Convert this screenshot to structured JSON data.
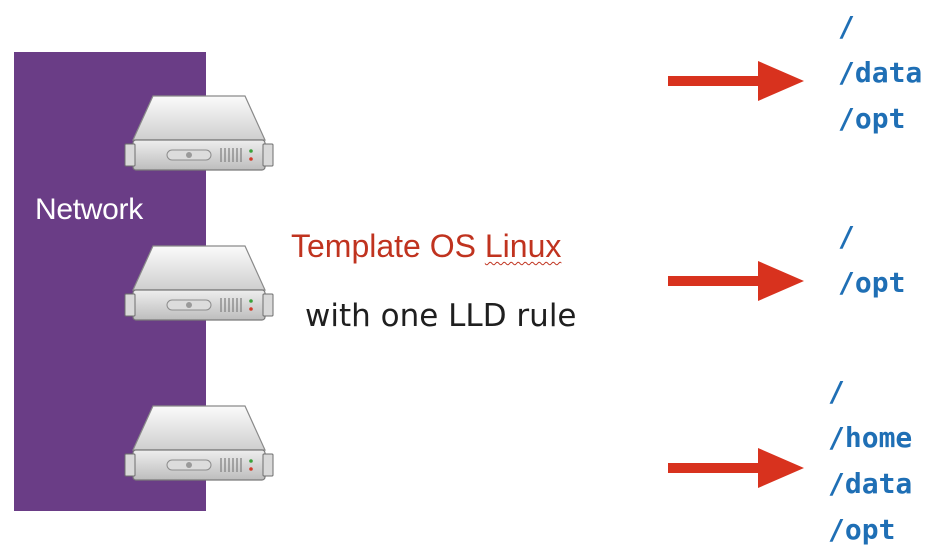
{
  "network": {
    "label": "Network"
  },
  "servers": [
    {
      "icon": "server-icon"
    },
    {
      "icon": "server-icon"
    },
    {
      "icon": "server-icon"
    }
  ],
  "template": {
    "title_prefix": "Template OS ",
    "title_linux": "Linux",
    "subtitle": "with one LLD rule"
  },
  "arrows": [
    {
      "icon": "right-arrow-icon"
    },
    {
      "icon": "right-arrow-icon"
    },
    {
      "icon": "right-arrow-icon"
    }
  ],
  "mount_groups": [
    {
      "paths": [
        "/",
        "/data",
        "/opt"
      ]
    },
    {
      "paths": [
        "/",
        "/opt"
      ]
    },
    {
      "paths": [
        "/",
        "/home",
        "/data",
        "/opt"
      ]
    }
  ],
  "colors": {
    "network_band": "#6a3d86",
    "template_title": "#c0331f",
    "arrow": "#d8321e",
    "mount_text": "#1f6fb5"
  }
}
